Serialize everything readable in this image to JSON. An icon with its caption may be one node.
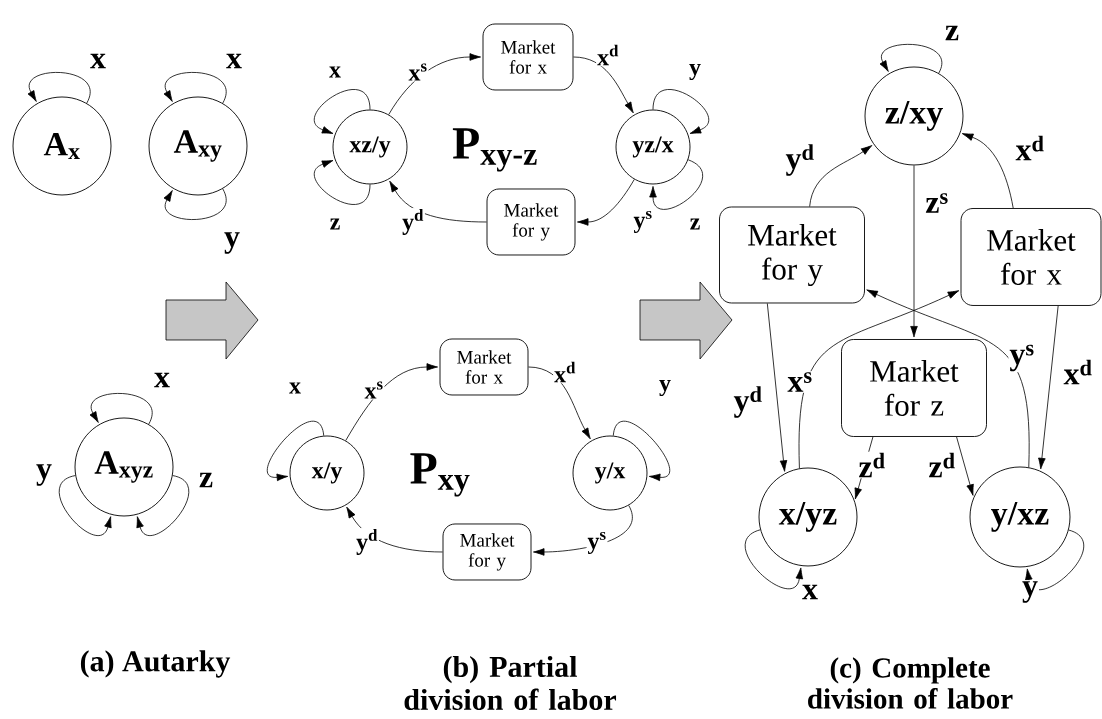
{
  "diagram": {
    "nodes": [
      {
        "text": [
          "A$_{x}$"
        ]
      },
      {
        "text": [
          "A$_{xy}$"
        ]
      },
      {
        "text": [
          "A$_{xyz}$"
        ]
      },
      {
        "text": [
          "xz/y"
        ]
      },
      {
        "text": [
          "Market for x"
        ]
      },
      {
        "text": [
          "yz/x"
        ]
      },
      {
        "text": [
          "Market for y"
        ]
      },
      {
        "text": [
          "x/y"
        ]
      },
      {
        "text": [
          "Market for x"
        ]
      },
      {
        "text": [
          "y/x"
        ]
      },
      {
        "text": [
          "Market for y"
        ]
      },
      {
        "text": [
          "z/xy"
        ]
      },
      {
        "text": [
          "Market for y"
        ]
      },
      {
        "text": [
          "Market for x"
        ]
      },
      {
        "text": [
          "Market for z"
        ]
      },
      {
        "text": [
          "x/yz"
        ]
      },
      {
        "text": [
          "y/xz"
        ]
      }
    ],
    "edges": [
      {
        "from": 0,
        "to": 0,
        "arrow": "to",
        "label": "x"
      },
      {
        "from": 1,
        "to": 1,
        "arrow": "to",
        "label": "x"
      },
      {
        "from": 1,
        "to": 1,
        "arrow": "to",
        "label": "y"
      },
      {
        "from": 2,
        "to": 2,
        "arrow": "to",
        "label": "x"
      },
      {
        "from": 2,
        "to": 2,
        "arrow": "to",
        "label": "y"
      },
      {
        "from": 2,
        "to": 2,
        "arrow": "to",
        "label": "z"
      },
      {
        "from": 3,
        "to": 3,
        "arrow": "to",
        "label": "x"
      },
      {
        "from": 3,
        "to": 3,
        "arrow": "to",
        "label": "z"
      },
      {
        "from": 3,
        "to": 4,
        "arrow": "to",
        "label": "x$^{s}$"
      },
      {
        "from": 4,
        "to": 5,
        "arrow": "to",
        "label": "x$^{d}$"
      },
      {
        "from": 5,
        "to": 5,
        "arrow": "to",
        "label": "y"
      },
      {
        "from": 5,
        "to": 5,
        "arrow": "to",
        "label": "z"
      },
      {
        "from": 5,
        "to": 6,
        "arrow": "to",
        "label": "y$^{s}$"
      },
      {
        "from": 6,
        "to": 3,
        "arrow": "to",
        "label": "y$^{d}$"
      },
      {
        "from": 7,
        "to": 7,
        "arrow": "to",
        "label": "x"
      },
      {
        "from": 7,
        "to": 8,
        "arrow": "to",
        "label": "x$^{s}$"
      },
      {
        "from": 8,
        "to": 9,
        "arrow": "to",
        "label": "x$^{d}$"
      },
      {
        "from": 9,
        "to": 9,
        "arrow": "to",
        "label": "y"
      },
      {
        "from": 9,
        "to": 10,
        "arrow": "to",
        "label": "y$^{s}$"
      },
      {
        "from": 10,
        "to": 7,
        "arrow": "to",
        "label": "y$^{d}$"
      },
      {
        "from": 11,
        "to": 11,
        "arrow": "to",
        "label": "z"
      },
      {
        "from": 12,
        "to": 11,
        "arrow": "to",
        "label": "y$^{d}$"
      },
      {
        "from": 13,
        "to": 11,
        "arrow": "to",
        "label": "x$^{d}$"
      },
      {
        "from": 11,
        "to": 14,
        "arrow": "to",
        "label": "z$^{s}$"
      },
      {
        "from": 15,
        "to": 13,
        "arrow": "to",
        "label": "x$^{s}$"
      },
      {
        "from": 16,
        "to": 12,
        "arrow": "to",
        "label": "y$^{s}$"
      },
      {
        "from": 12,
        "to": 15,
        "arrow": "to",
        "label": "y$^{d}$"
      },
      {
        "from": 13,
        "to": 16,
        "arrow": "to",
        "label": "x$^{d}$"
      },
      {
        "from": 14,
        "to": 15,
        "arrow": "to",
        "label": "z$^{d}$"
      },
      {
        "from": 14,
        "to": 16,
        "arrow": "to",
        "label": "z$^{d}$"
      },
      {
        "from": 15,
        "to": 15,
        "arrow": "to",
        "label": "x"
      },
      {
        "from": 16,
        "to": 16,
        "arrow": "to",
        "label": "y"
      }
    ],
    "labels": [
      "P$_{xy-z}$",
      "P$_{xy}$",
      "(a) Autarky",
      "(b) Partial division of labor",
      "(c) Complete division of labor"
    ]
  }
}
